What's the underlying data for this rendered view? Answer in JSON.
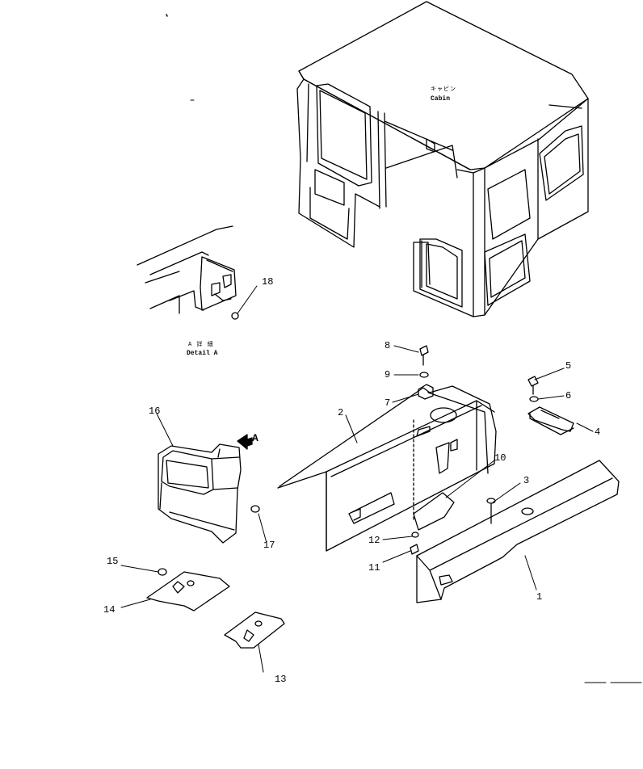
{
  "cabin": {
    "jp_label": "キャビン",
    "label": "Cabin"
  },
  "detail": {
    "jp_label": "A 詳 細",
    "label": "Detail A",
    "arrow_letter": "A"
  },
  "callouts": [
    {
      "id": "c1",
      "text": "1"
    },
    {
      "id": "c2",
      "text": "2"
    },
    {
      "id": "c3",
      "text": "3"
    },
    {
      "id": "c4",
      "text": "4"
    },
    {
      "id": "c5",
      "text": "5"
    },
    {
      "id": "c6",
      "text": "6"
    },
    {
      "id": "c7",
      "text": "7"
    },
    {
      "id": "c8",
      "text": "8"
    },
    {
      "id": "c9",
      "text": "9"
    },
    {
      "id": "c10",
      "text": "10"
    },
    {
      "id": "c11",
      "text": "11"
    },
    {
      "id": "c12",
      "text": "12"
    },
    {
      "id": "c13",
      "text": "13"
    },
    {
      "id": "c14",
      "text": "14"
    },
    {
      "id": "c15",
      "text": "15"
    },
    {
      "id": "c16",
      "text": "16"
    },
    {
      "id": "c17",
      "text": "17"
    },
    {
      "id": "c18",
      "text": "18"
    }
  ]
}
